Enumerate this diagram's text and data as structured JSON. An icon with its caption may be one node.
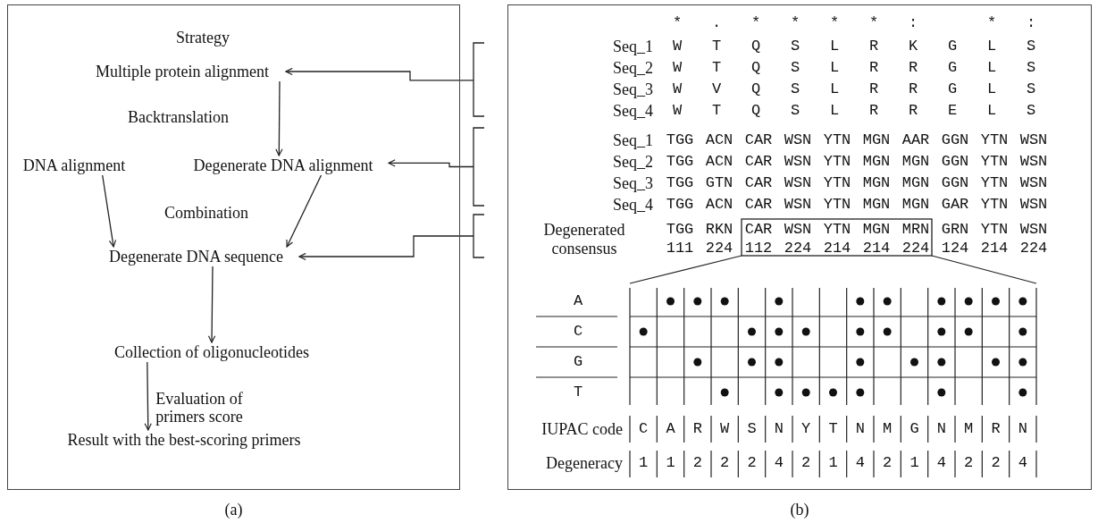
{
  "diagram": {
    "nodes": [
      {
        "text": [
          "(a)"
        ]
      },
      {
        "text": [
          "Multiple protein alignment"
        ],
        "in": 0
      },
      {
        "text": [
          "DNA alignment"
        ],
        "in": 0
      },
      {
        "text": [
          "Degenerate DNA alignment"
        ],
        "in": 0
      },
      {
        "text": [
          "Degenerate DNA sequence"
        ],
        "in": 0
      },
      {
        "text": [
          "Collection of oligonucleotides"
        ],
        "in": 0
      },
      {
        "text": [
          "Result with the best-scoring primers"
        ],
        "in": 0
      },
      {
        "text": [
          "(b)"
        ]
      },
      {
        "text": [],
        "shape": "bracket"
      },
      {
        "text": [],
        "shape": "bracket"
      },
      {
        "text": [],
        "shape": "bracket"
      }
    ],
    "edges": [
      {
        "from": 1,
        "to": 3,
        "arrow": "to",
        "label": "Backtranslation"
      },
      {
        "from": 2,
        "to": 4,
        "arrow": "to"
      },
      {
        "from": 3,
        "to": 4,
        "arrow": "to"
      },
      {
        "from": 4,
        "to": 5,
        "arrow": "to"
      },
      {
        "from": 5,
        "to": 6,
        "arrow": "to",
        "label": "Evaluation of primers score"
      },
      {
        "from": 8,
        "to": 1,
        "arrow": "to"
      },
      {
        "from": 9,
        "to": 3,
        "arrow": "to"
      },
      {
        "from": 10,
        "to": 4,
        "arrow": "to"
      }
    ],
    "labels": [
      "Strategy",
      "Combination",
      "*",
      ".",
      "*",
      "*",
      "*",
      "*",
      ":",
      "*",
      ":",
      "Seq_1",
      "W",
      "T",
      "Q",
      "S",
      "L",
      "R",
      "K",
      "G",
      "L",
      "S",
      "Seq_2",
      "W",
      "T",
      "Q",
      "S",
      "L",
      "R",
      "R",
      "G",
      "L",
      "S",
      "Seq_3",
      "W",
      "V",
      "Q",
      "S",
      "L",
      "R",
      "R",
      "G",
      "L",
      "S",
      "Seq_4",
      "W",
      "T",
      "Q",
      "S",
      "L",
      "R",
      "R",
      "E",
      "L",
      "S",
      "Seq_1",
      "TGG",
      "ACN",
      "CAR",
      "WSN",
      "YTN",
      "MGN",
      "AAR",
      "GGN",
      "YTN",
      "WSN",
      "Seq_2",
      "TGG",
      "ACN",
      "CAR",
      "WSN",
      "YTN",
      "MGN",
      "MGN",
      "GGN",
      "YTN",
      "WSN",
      "Seq_3",
      "TGG",
      "GTN",
      "CAR",
      "WSN",
      "YTN",
      "MGN",
      "MGN",
      "GGN",
      "YTN",
      "WSN",
      "Seq_4",
      "TGG",
      "ACN",
      "CAR",
      "WSN",
      "YTN",
      "MGN",
      "MGN",
      "GAR",
      "YTN",
      "WSN",
      "Degenerated consensus",
      "TGG",
      "RKN",
      "CAR",
      "WSN",
      "YTN",
      "MGN",
      "MRN",
      "GRN",
      "YTN",
      "WSN",
      "111",
      "224",
      "112",
      "224",
      "214",
      "214",
      "224",
      "124",
      "214",
      "224",
      "A",
      "C",
      "G",
      "T",
      "IUPAC code",
      "C",
      "A",
      "R",
      "W",
      "S",
      "N",
      "Y",
      "T",
      "N",
      "M",
      "G",
      "N",
      "M",
      "R",
      "N",
      "Degeneracy",
      "1",
      "1",
      "2",
      "2",
      "2",
      "4",
      "2",
      "1",
      "4",
      "2",
      "1",
      "4",
      "2",
      "2",
      "4"
    ]
  }
}
